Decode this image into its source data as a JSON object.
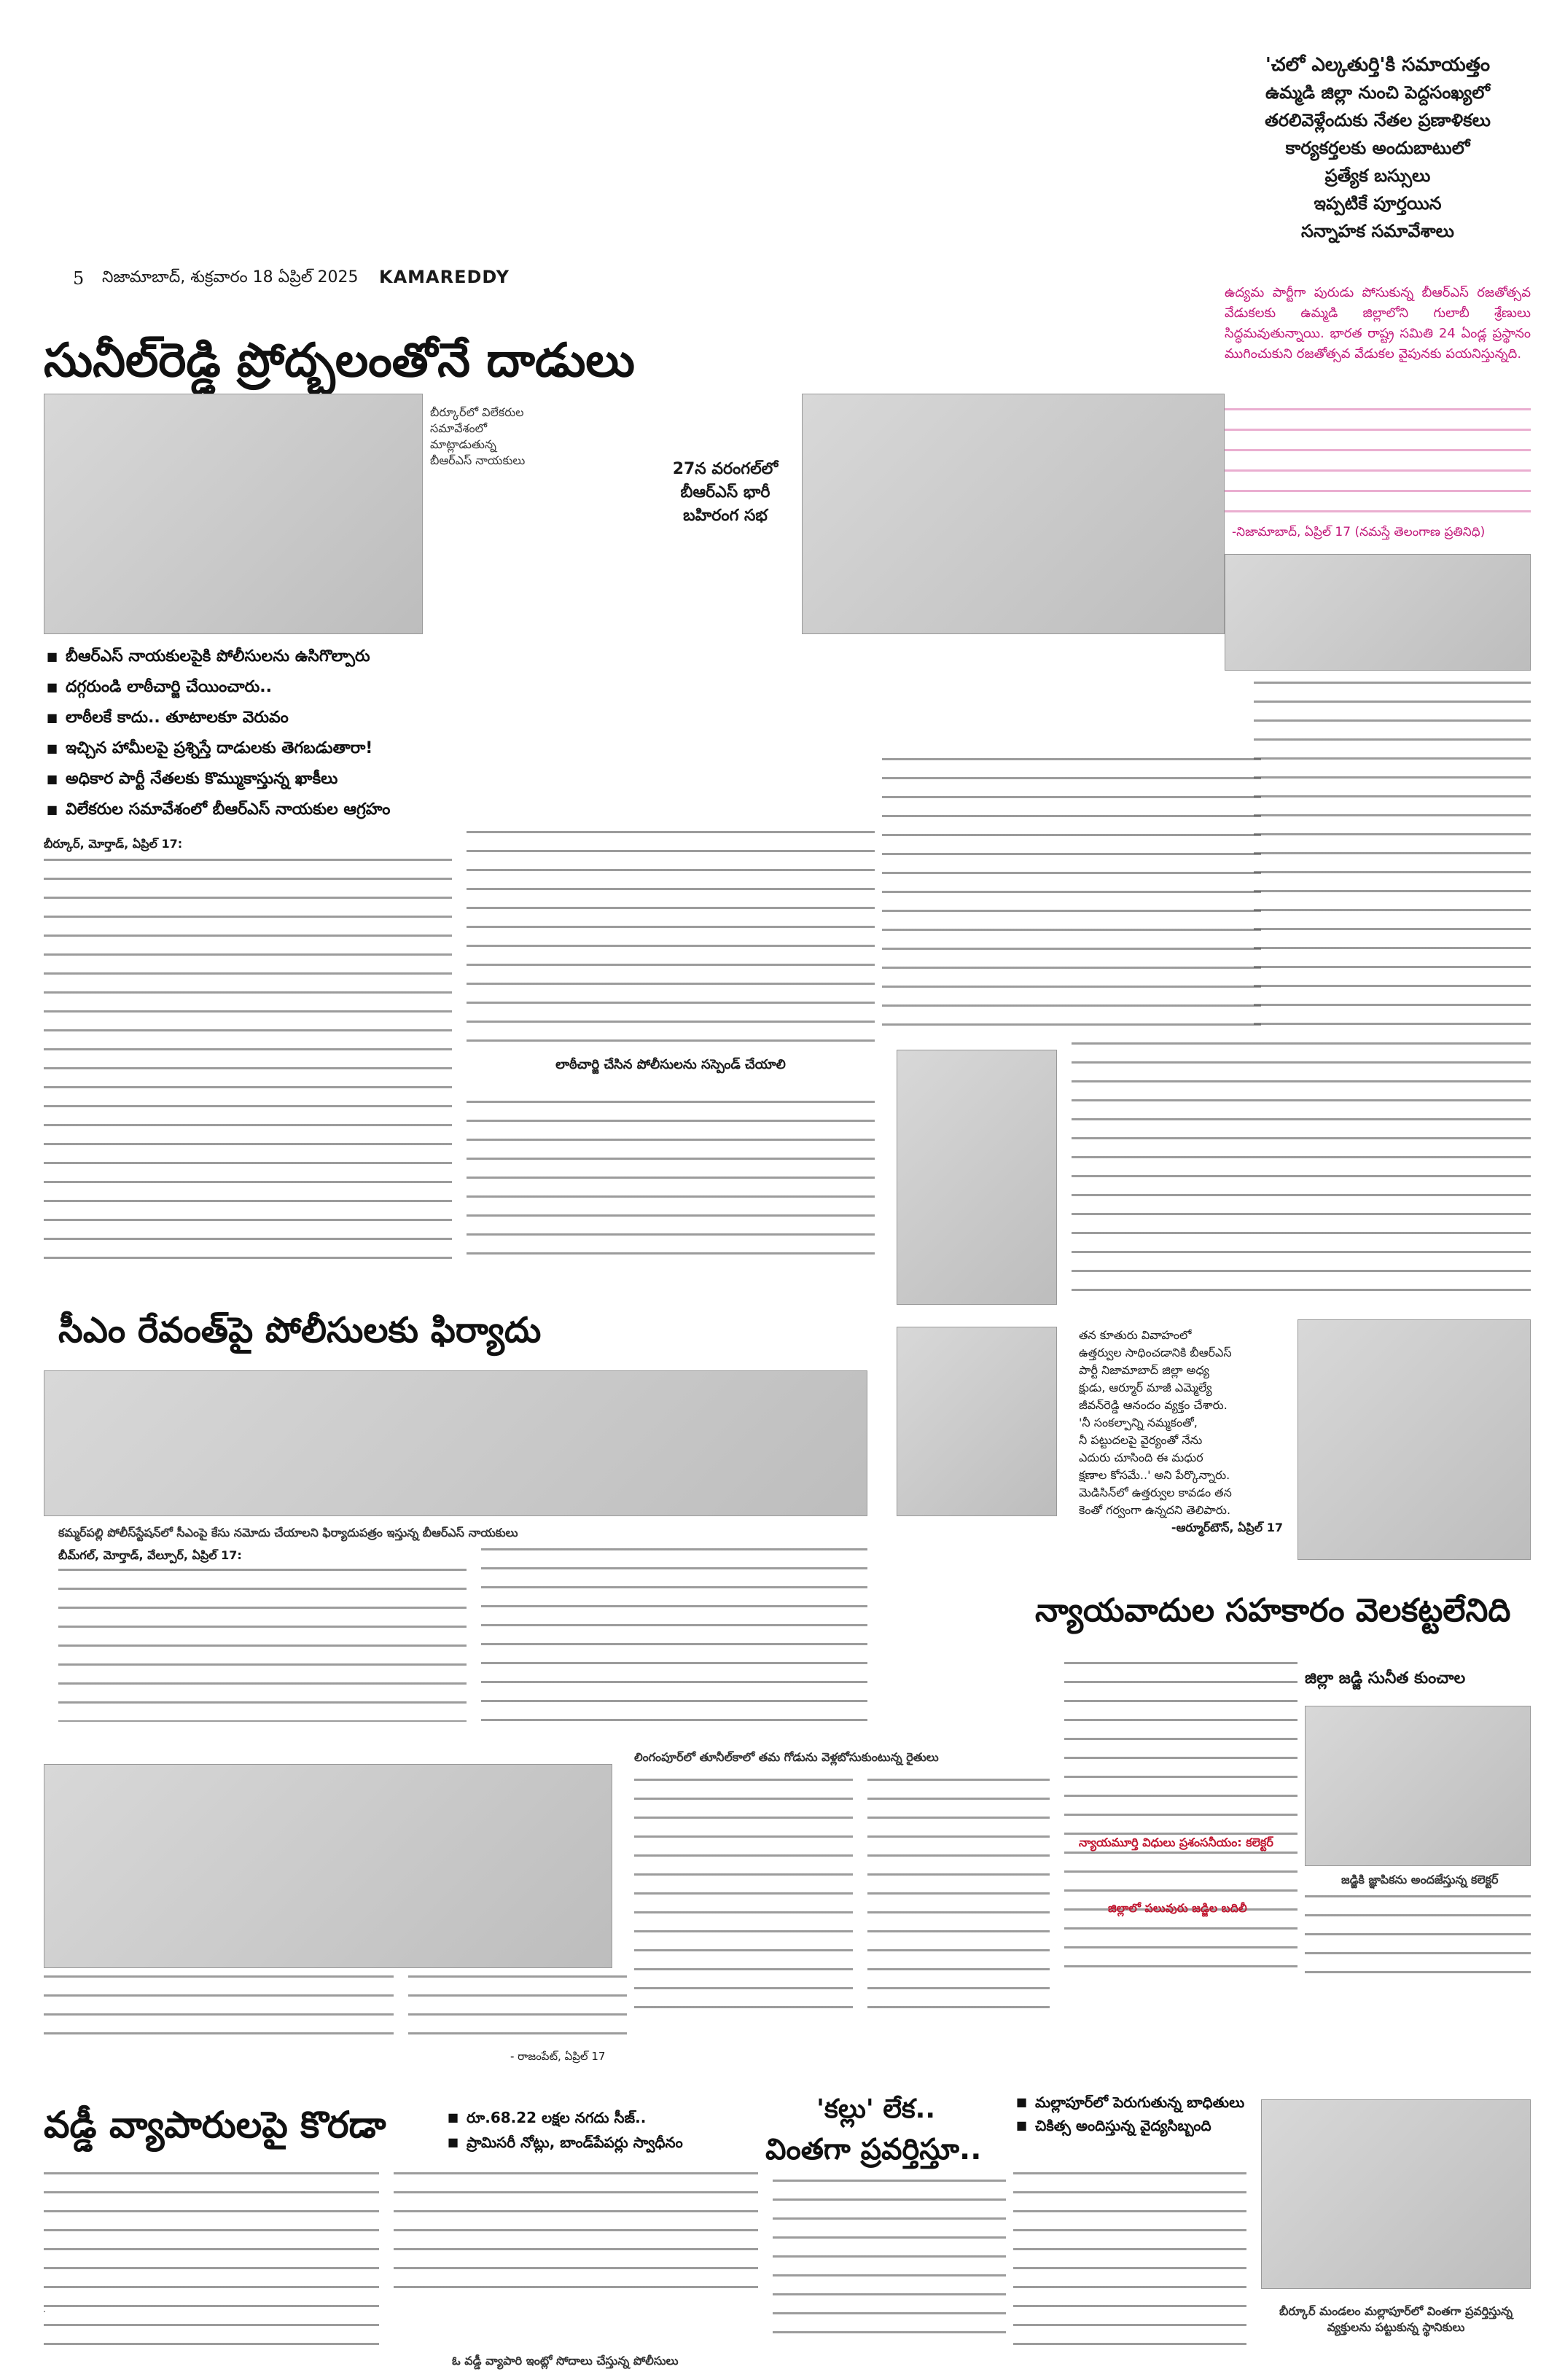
{
  "header": {
    "page_number": "5",
    "dateline": "నిజామాబాద్, శుక్రవారం 18 ఏప్రిల్ 2025",
    "edition": "KAMAREDDY"
  },
  "promo_box": {
    "lines": [
      "'చలో ఎల్కతుర్తి'కి సమాయత్తం",
      "ఉమ్మడి జిల్లా నుంచి పెద్దసంఖ్యలో",
      "తరలివెళ్లేందుకు నేతల ప్రణాళికలు",
      "కార్యకర్తలకు అందుబాటులో",
      "ప్రత్యేక బస్సులు",
      "ఇప్పటికే పూర్తయిన",
      "సన్నాహక సమావేశాలు"
    ]
  },
  "story1": {
    "headline": "సునీల్‌రెడ్డి ప్రోద్బలంతోనే దాడులు",
    "photo_caption": "బీర్కూర్‌లో విలేకరుల సమావేశంలో మాట్లాడుతున్న బీఆర్‌ఎస్ నాయకులు",
    "side_box": "27న వరంగల్‌లో బీఆర్‌ఎస్ భారీ బహిరంగ సభ",
    "bullets": [
      "బీఆర్‌ఎస్ నాయకులపైకి పోలీసులను ఉసిగొల్పారు",
      "దగ్గరుండి లాఠీచార్జి చేయించారు..",
      "లాఠీలకే కాదు.. తూటాలకూ వెరువం",
      "ఇచ్చిన హామీలపై ప్రశ్నిస్తే దాడులకు తెగబడుతారా!",
      "అధికార పార్టీ నేతలకు కొమ్ముకాస్తున్న ఖాకీలు",
      "విలేకరుల సమావేశంలో బీఆర్‌ఎస్ నాయకుల ఆగ్రహం"
    ],
    "dateline": "బీర్కూర్, మోర్తాడ్, ఏప్రిల్ 17:",
    "subhead": "లాఠీచార్జి చేసిన పోలీసులను సస్పెండ్ చేయాలి"
  },
  "story_pink": {
    "intro": "ఉద్యమ పార్టీగా పురుడు పోసుకున్న బీఆర్‌ఎస్ రజతోత్సవ వేడుకలకు ఉమ్మడి జిల్లాలోని గులాబీ శ్రేణులు సిద్ధమవుతున్నాయి. భారత రాష్ట్ర సమితి 24 ఏండ్ల ప్రస్థానం ముగించుకుని రజతోత్సవ వేడుకల వైపునకు పయనిస్తున్నది.",
    "sign_off": "-నిజామాబాద్, ఏప్రిల్ 17 (నమస్తే తెలంగాణ ప్రతినిధి)"
  },
  "story2": {
    "headline": "సీఎం రేవంత్‌పై పోలీసులకు ఫిర్యాదు",
    "photo_caption": "కమ్మర్‌పల్లి పోలీస్‌స్టేషన్‌లో సీఎంపై కేసు నమోదు చేయాలని ఫిర్యాదుపత్రం ఇస్తున్న బీఆర్‌ఎస్ నాయకులు",
    "dateline": "బీమ్‌గల్, మోర్తాడ్, వేల్పూర్, ఏప్రిల్ 17:"
  },
  "quote_box": {
    "lines": [
      "తన కూతురు వివాహంలో",
      "ఉత్తర్వుల సాధించడానికి బీఆర్‌ఎస్",
      "పార్టీ నిజామాబాద్ జిల్లా అధ్య",
      "క్షుడు, ఆర్మూర్ మాజీ ఎమ్మెల్యే",
      "జీవన్‌రెడ్డి ఆనందం వ్యక్తం చేశారు.",
      "'నీ సంకల్పాన్ని నమ్మకంతో,",
      "నీ పట్టుదలపై వైర్యంతో నేను",
      "ఎదురు చూసింది ఈ మధుర",
      "క్షణాల కోసమే..' అని పేర్కొన్నారు.",
      "మెడిసిన్‌లో ఉత్తర్వుల కావడం తన",
      "కెంతో గర్వంగా ఉన్నదని తెలిపారు.",
      "-ఆర్మూర్‌టౌన్, ఏప్రిల్ 17"
    ]
  },
  "story3": {
    "headline": "న్యాయవాదుల సహకారం వెలకట్టలేనిది",
    "kicker": "జిల్లా జడ్జి సునీత కుంచాల",
    "photo_caption": "జడ్జికి జ్ఞాపికను అందజేస్తున్న కలెక్టర్",
    "subhead1": "న్యాయమూర్తి విధులు ప్రశంసనీయం: కలెక్టర్",
    "subhead2": "జిల్లాలో పలువురు జడ్జిల బదిలీ"
  },
  "story4": {
    "photo_caption": "లింగంపూర్‌లో తూనీల్‌కాలో తమ గోడును వెళ్లబోసుకుంటున్న రైతులు",
    "sign_off": "- రాజంపేట్, ఏప్రిల్ 17"
  },
  "story5": {
    "headline": "వడ్డీ వ్యాపారులపై కొరడా",
    "bullets": [
      "రూ.68.22 లక్షల నగదు సీజ్..",
      "ప్రామిసరీ నోట్లు, బాండ్‌పేపర్లు స్వాధీనం"
    ],
    "photo_caption": "ఓ వడ్డీ వ్యాపారి ఇంట్లో సోదాలు చేస్తున్న పోలీసులు"
  },
  "story6": {
    "headline_line1": "'కల్లు' లేక..",
    "headline_line2": "వింతగా ప్రవర్తిస్తూ.."
  },
  "story7": {
    "bullets": [
      "మల్లాపూర్‌లో పెరుగుతున్న బాధితులు",
      "చికిత్స అందిస్తున్న వైద్యసిబ్బంది"
    ],
    "photo_caption": "బీర్కూర్ మండలం మల్లాపూర్‌లో వింతగా ప్రవర్తిస్తున్న వ్యక్తులను పట్టుకున్న స్థానికులు"
  }
}
